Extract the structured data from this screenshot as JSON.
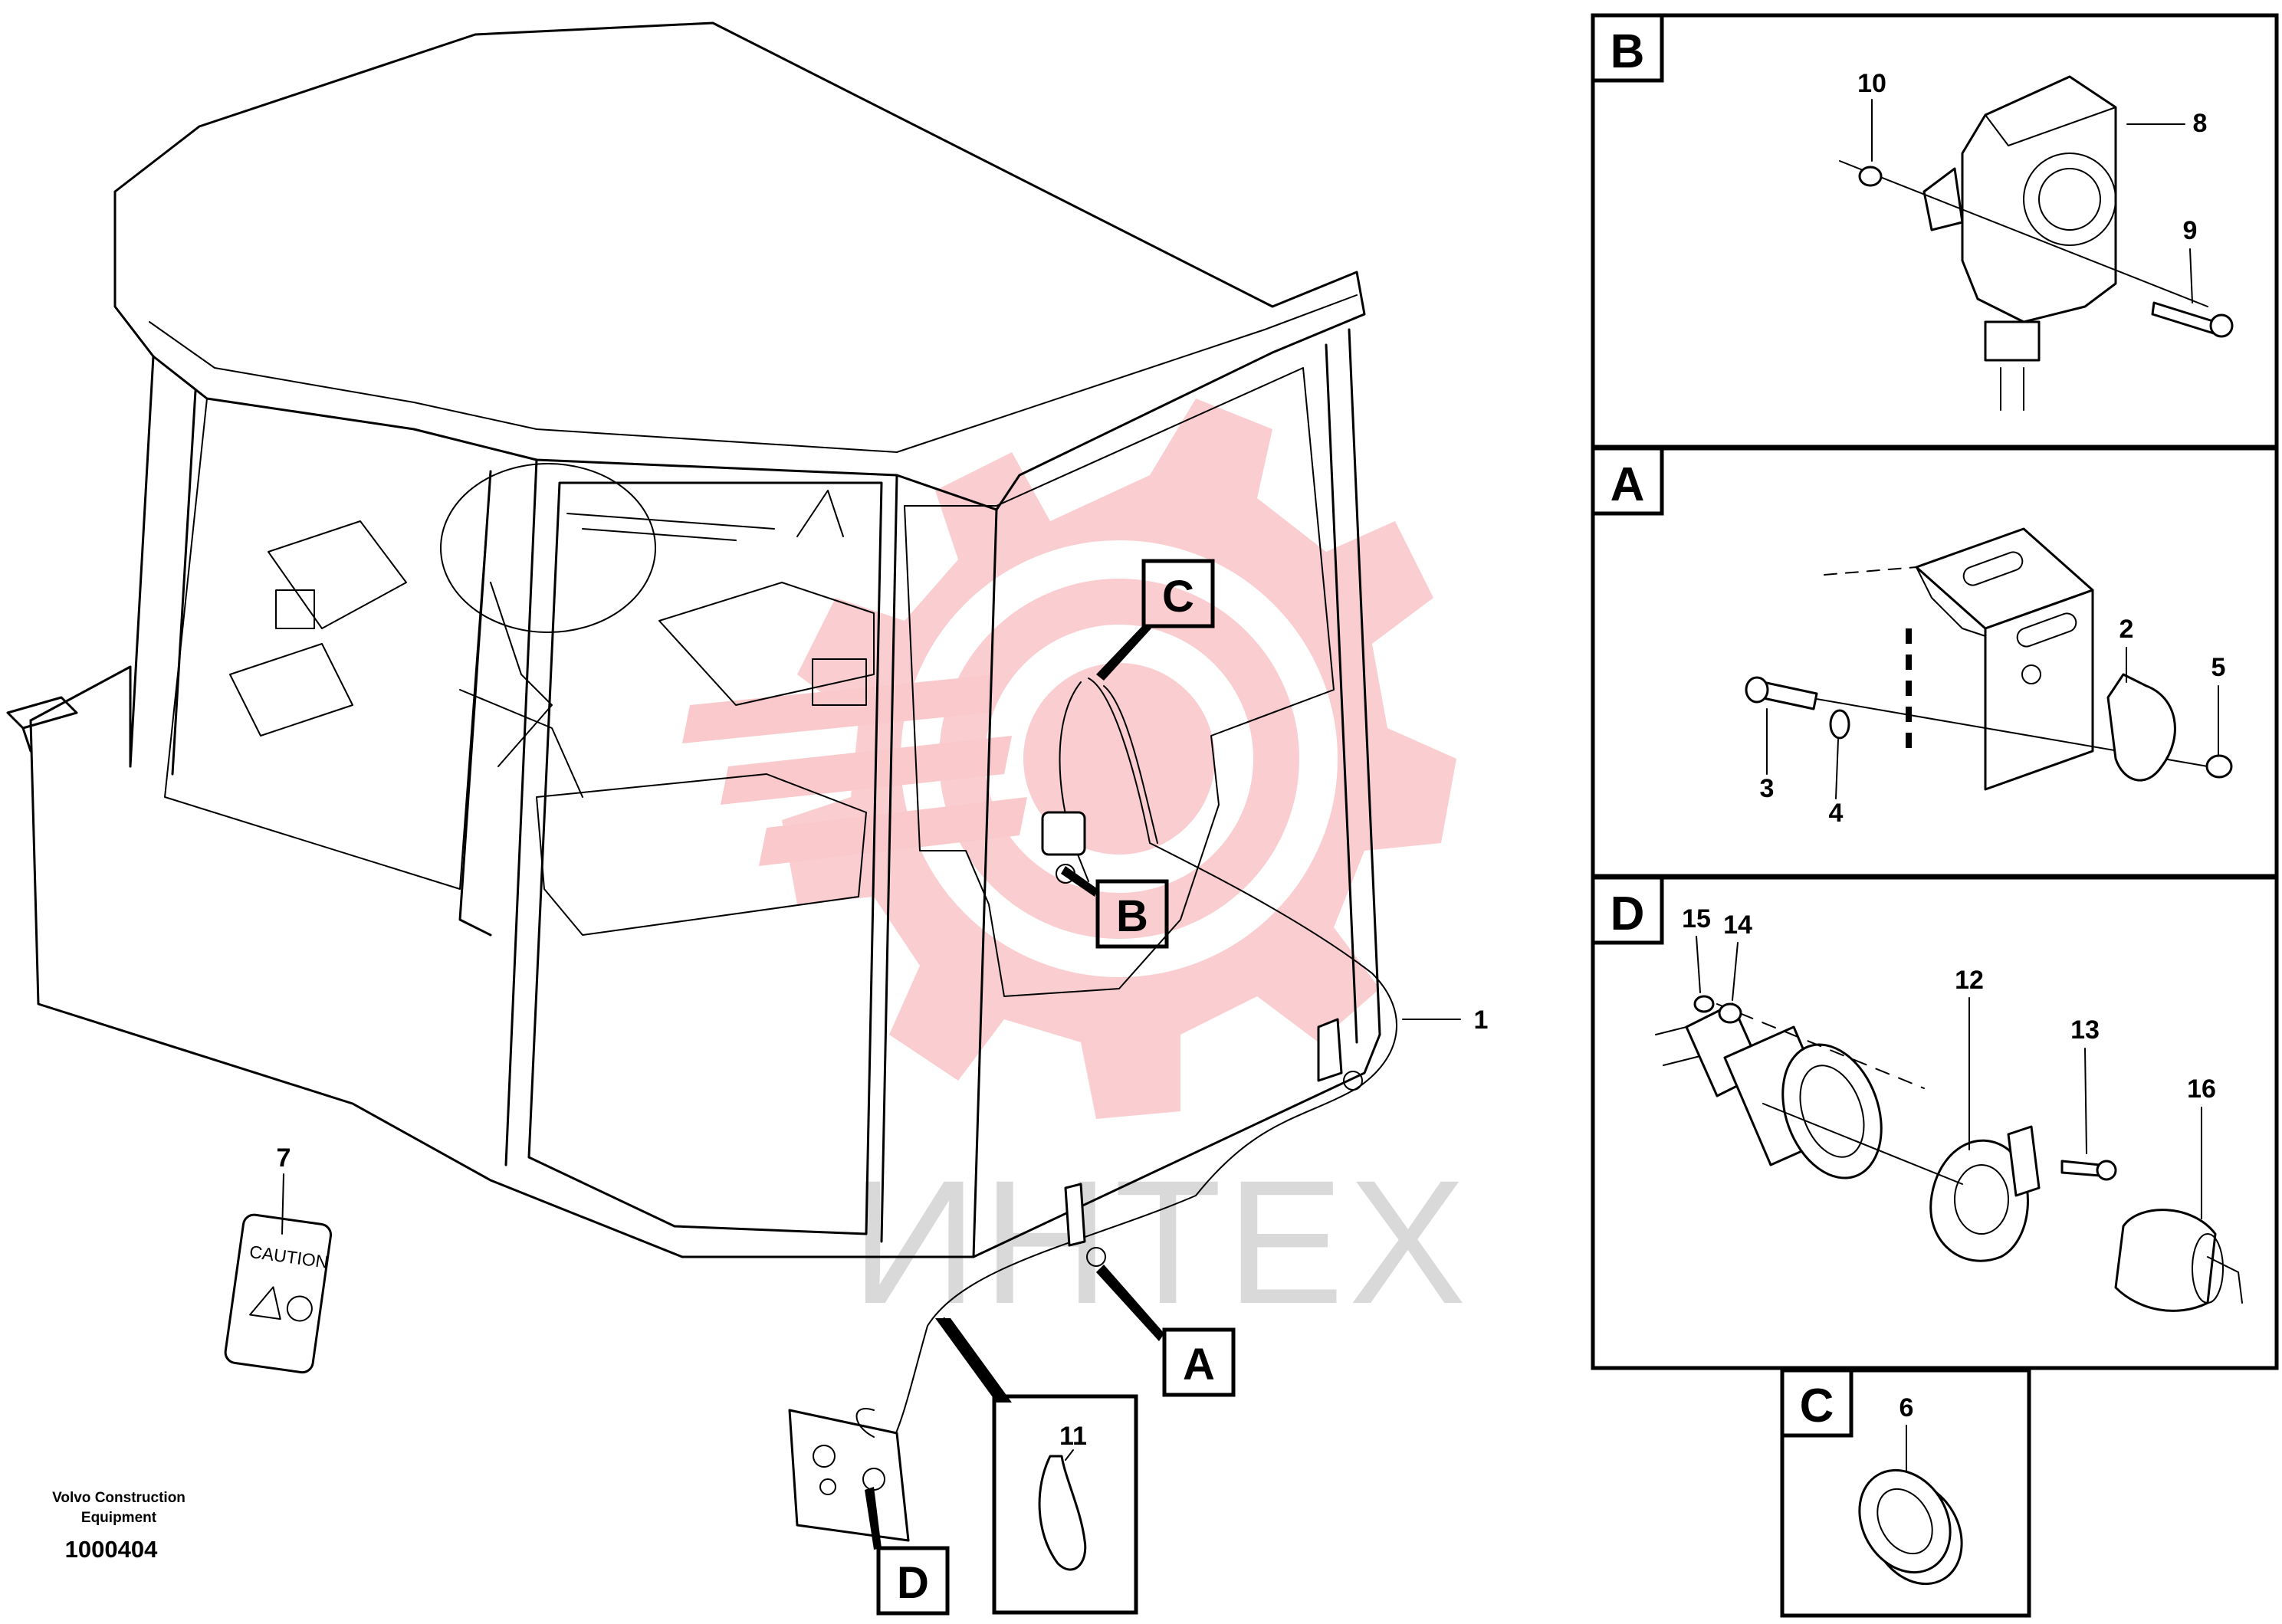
{
  "diagram": {
    "corporate_line1": "Volvo Construction",
    "corporate_line2": "Equipment",
    "drawing_number": "1000404",
    "watermark_text": "ИНТЕХ",
    "caution_text": "CAUTION",
    "colors": {
      "watermark_red": "#f9c9cc",
      "watermark_gray": "#d9d9d9",
      "line": "#000000"
    }
  },
  "detail_labels": {
    "B": "B",
    "A": "A",
    "D": "D",
    "C": "C"
  },
  "main_labels": {
    "C": "C",
    "B": "B",
    "A": "A",
    "D": "D"
  },
  "part_numbers": {
    "p1": "1",
    "p2": "2",
    "p3": "3",
    "p4": "4",
    "p5": "5",
    "p6": "6",
    "p7": "7",
    "p8": "8",
    "p9": "9",
    "p10": "10",
    "p11": "11",
    "p12": "12",
    "p13": "13",
    "p14": "14",
    "p15": "15",
    "p16": "16"
  }
}
